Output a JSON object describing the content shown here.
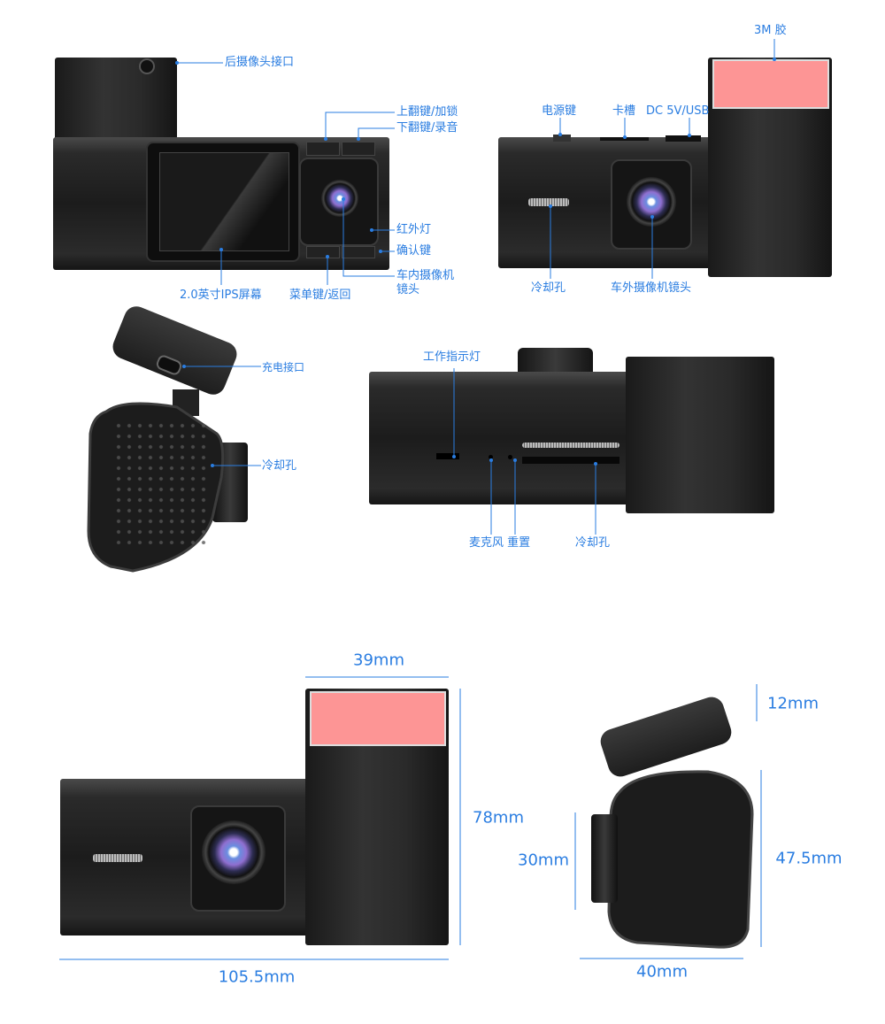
{
  "top_left_view": {
    "labels": {
      "rear_camera_port": "后摄像头接口",
      "up_key": "上翻键/加锁",
      "down_key": "下翻键/录音",
      "ir_light": "红外灯",
      "ok_key": "确认键",
      "inner_lens_line1": "车内摄像机",
      "inner_lens_line2": "镜头",
      "screen": "2.0英寸IPS屏幕",
      "menu_key": "菜单键/返回"
    }
  },
  "top_right_view": {
    "labels": {
      "adhesive": "3M 胶",
      "power_key": "电源键",
      "card_slot": "卡槽",
      "dc_usb": "DC 5V/USB",
      "cooling": "冷却孔",
      "outer_lens": "车外摄像机镜头"
    }
  },
  "side_view": {
    "labels": {
      "charging_port": "充电接口",
      "cooling": "冷却孔"
    }
  },
  "bottom_view": {
    "labels": {
      "indicator": "工作指示灯",
      "mic_reset": "麦克风 重置",
      "cooling": "冷却孔"
    }
  },
  "dimensions": {
    "width_mount": "39mm",
    "height": "78mm",
    "length": "105.5mm",
    "mount_thickness": "12mm",
    "side_height": "47.5mm",
    "lens_height": "30mm",
    "depth": "40mm"
  },
  "colors": {
    "label": "#2a7de1",
    "adhesive": "#fd9595",
    "body": "#1c1c1c"
  }
}
